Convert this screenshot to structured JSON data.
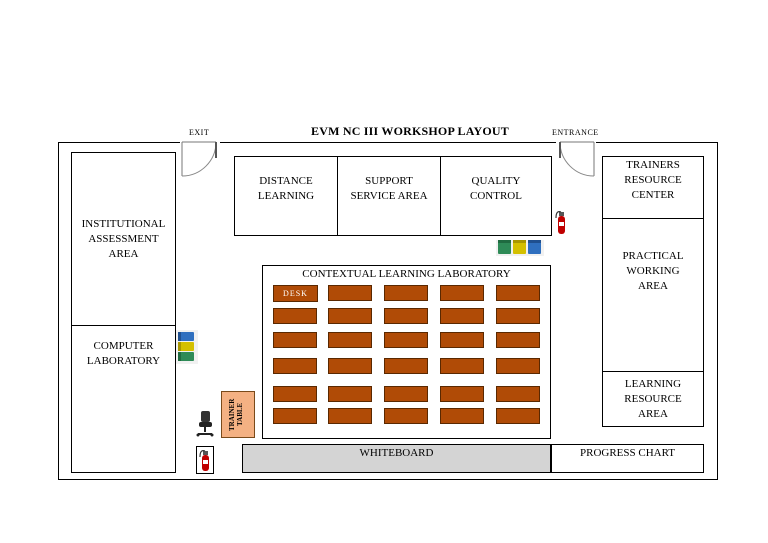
{
  "title": "EVM NC III WORKSHOP LAYOUT",
  "exit_label": "EXIT",
  "entrance_label": "ENTRANCE",
  "rooms": {
    "institutional": "INSTITUTIONAL\nASSESSMENT\nAREA",
    "computer_lab": "COMPUTER\nLABORATORY",
    "distance_learning": "DISTANCE\nLEARNING",
    "support_service": "SUPPORT\nSERVICE AREA",
    "quality_control": "QUALITY\nCONTROL",
    "trainers_resource": "TRAINERS\nRESOURCE\nCENTER",
    "practical_working": "PRACTICAL\nWORKING\nAREA",
    "learning_resource": "LEARNING\nRESOURCE\nAREA"
  },
  "lab_title": "CONTEXTUAL LEARNING LABORATORY",
  "desk_label": "DESK",
  "trainer_table_label": "TRAINER TABLE",
  "whiteboard_label": "WHITEBOARD",
  "progress_chart_label": "PROGRESS CHART",
  "colors": {
    "desk": "#b04b06",
    "trainer_table": "#f4b183",
    "whiteboard": "#d4d4d4",
    "extinguisher": "#c00000"
  },
  "icons": [
    "door-icon",
    "fire-extinguisher-icon",
    "trash-bins-icon",
    "office-chair-icon"
  ]
}
